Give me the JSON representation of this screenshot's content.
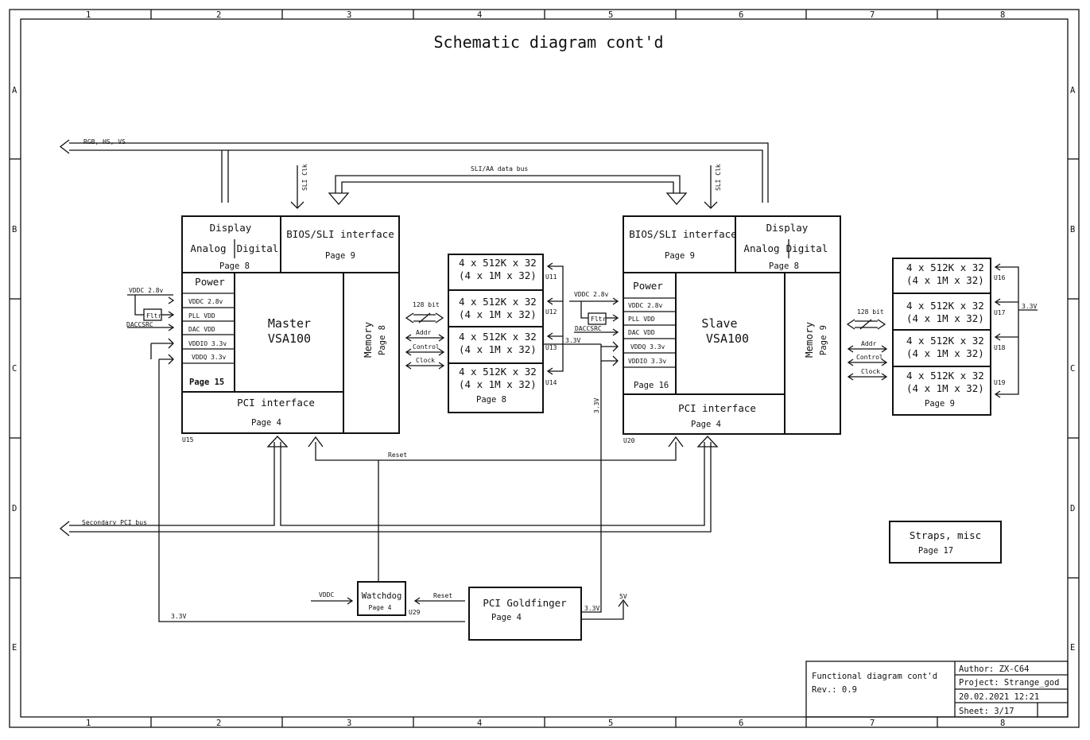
{
  "diagram_title": "Schematic diagram cont'd",
  "frame": {
    "columns": [
      "1",
      "2",
      "3",
      "4",
      "5",
      "6",
      "7",
      "8"
    ],
    "rows": [
      "A",
      "B",
      "C",
      "D",
      "E"
    ]
  },
  "master": {
    "display_title": "Display",
    "analog": "Analog",
    "digital": "Digital",
    "display_page": "Page 8",
    "bios_title": "BIOS/SLI interface",
    "bios_page": "Page 9",
    "power_title": "Power",
    "power_rails": [
      "VDDC 2.8v",
      "PLL VDD",
      "DAC VDD",
      "VDDIO 3.3v",
      "VDDQ 3.3v"
    ],
    "power_page": "Page 15",
    "core_line1": "Master",
    "core_line2": "VSA100",
    "memory_label": "Memory",
    "memory_page": "Page 8",
    "pci_title": "PCI interface",
    "pci_page": "Page 4",
    "ref": "U15"
  },
  "slave": {
    "display_title": "Display",
    "analog": "Analog",
    "digital": "Digital",
    "display_page": "Page 8",
    "bios_title": "BIOS/SLI interface",
    "bios_page": "Page 9",
    "power_title": "Power",
    "power_rails": [
      "VDDC 2.8v",
      "PLL VDD",
      "DAC VDD",
      "VDDQ 3.3v",
      "VDDIO 3.3v"
    ],
    "power_page": "Page 16",
    "core_line1": "Slave",
    "core_line2": "VSA100",
    "memory_label": "Memory",
    "memory_page": "Page 9",
    "pci_title": "PCI interface",
    "pci_page": "Page 4",
    "ref": "U20"
  },
  "mem_left": {
    "chips": [
      {
        "line1": "4 x 512K x 32",
        "line2": "(4 x 1M x 32)",
        "ref": "U11"
      },
      {
        "line1": "4 x 512K x 32",
        "line2": "(4 x 1M x 32)",
        "ref": "U12"
      },
      {
        "line1": "4 x 512K x 32",
        "line2": "(4 x 1M x 32)",
        "ref": "U13"
      },
      {
        "line1": "4 x 512K x 32",
        "line2": "(4 x 1M x 32)",
        "ref": "U14"
      }
    ],
    "page": "Page 8"
  },
  "mem_right": {
    "chips": [
      {
        "line1": "4 x 512K x 32",
        "line2": "(4 x 1M x 32)",
        "ref": "U16"
      },
      {
        "line1": "4 x 512K x 32",
        "line2": "(4 x 1M x 32)",
        "ref": "U17"
      },
      {
        "line1": "4 x 512K x 32",
        "line2": "(4 x 1M x 32)",
        "ref": "U18"
      },
      {
        "line1": "4 x 512K x 32",
        "line2": "(4 x 1M x 32)",
        "ref": "U19"
      }
    ],
    "page": "Page 9"
  },
  "signals": {
    "rgb": "RGB, HS, VS",
    "sli_clk": "SLI Clk",
    "sli_bus": "SLI/AA data bus",
    "bus128": "128 bit",
    "addr": "Addr",
    "control": "Control",
    "clock": "Clock",
    "vddc28": "VDDC 2.8v",
    "fltr": "Fltr",
    "daccsrc": "DACCSRC",
    "v33": "3.3V",
    "reset": "Reset",
    "secondary_pci": "Secondary PCI bus",
    "vddc": "VDDC",
    "v5": "5V"
  },
  "watchdog": {
    "title": "Watchdog",
    "page": "Page 4",
    "ref": "U29"
  },
  "goldfinger": {
    "title": "PCI Goldfinger",
    "page": "Page 4"
  },
  "straps": {
    "title": "Straps, misc",
    "page": "Page 17"
  },
  "title_block": {
    "name": "Functional diagram cont'd",
    "rev": "Rev.:  0.9",
    "author": "Author: ZX-C64",
    "project": "Project: Strange_god",
    "date": "20.02.2021 12:21",
    "sheet": "Sheet:  3/17"
  }
}
